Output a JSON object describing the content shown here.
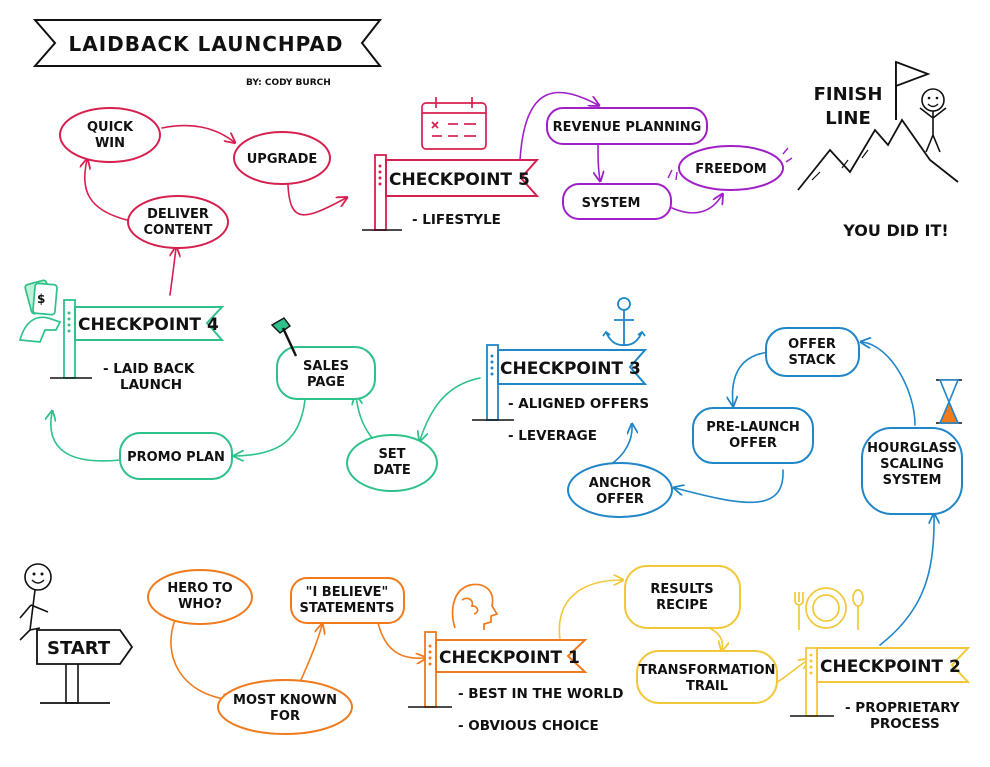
{
  "title": "LAIDBACK LAUNCHPAD",
  "byline": "BY: CODY BURCH",
  "colors": {
    "red": "#d6204f",
    "purple": "#a020c8",
    "green": "#2ec28a",
    "blue": "#1f86c8",
    "orange": "#f07a1c",
    "yellow": "#f2c83a",
    "ink": "#111111"
  },
  "start": {
    "label": "START"
  },
  "finish": {
    "line1": "FINISH",
    "line2": "LINE",
    "cheer": "YOU DID IT!"
  },
  "checkpoints": {
    "cp1": {
      "label": "CHECKPOINT 1",
      "notes": [
        "- BEST IN THE WORLD",
        "- OBVIOUS CHOICE"
      ],
      "icon": "head-icon"
    },
    "cp2": {
      "label": "CHECKPOINT 2",
      "notes": [
        "- PROPRIETARY",
        "PROCESS"
      ],
      "icon": "dinner-plate-icon"
    },
    "cp3": {
      "label": "CHECKPOINT 3",
      "notes": [
        "- ALIGNED OFFERS",
        "- LEVERAGE"
      ],
      "icon": "anchor-icon"
    },
    "cp4": {
      "label": "CHECKPOINT 4",
      "notes": [
        "- LAID BACK",
        "LAUNCH"
      ],
      "icon": "money-hand-icon"
    },
    "cp5": {
      "label": "CHECKPOINT 5",
      "notes": [
        "- LIFESTYLE"
      ],
      "icon": "calendar-icon"
    }
  },
  "nodes": {
    "hero": [
      "HERO TO",
      "WHO?"
    ],
    "known": [
      "MOST KNOWN",
      "FOR"
    ],
    "believe": [
      "\"I BELIEVE\"",
      "STATEMENTS"
    ],
    "results": [
      "RESULTS",
      "RECIPE"
    ],
    "transformation": [
      "TRANSFORMATION",
      "TRAIL"
    ],
    "hourglass": [
      "HOURGLASS",
      "SCALING",
      "SYSTEM"
    ],
    "offerstack": [
      "OFFER",
      "STACK"
    ],
    "prelaunch": [
      "PRE-LAUNCH",
      "OFFER"
    ],
    "anchor": [
      "ANCHOR",
      "OFFER"
    ],
    "setdate": [
      "SET",
      "DATE"
    ],
    "sales": [
      "SALES",
      "PAGE"
    ],
    "promo": [
      "PROMO PLAN"
    ],
    "deliver": [
      "DELIVER",
      "CONTENT"
    ],
    "quick": [
      "QUICK",
      "WIN"
    ],
    "upgrade": [
      "UPGRADE"
    ],
    "revenue": [
      "REVENUE PLANNING"
    ],
    "system": [
      "SYSTEM"
    ],
    "freedom": [
      "FREEDOM"
    ]
  }
}
